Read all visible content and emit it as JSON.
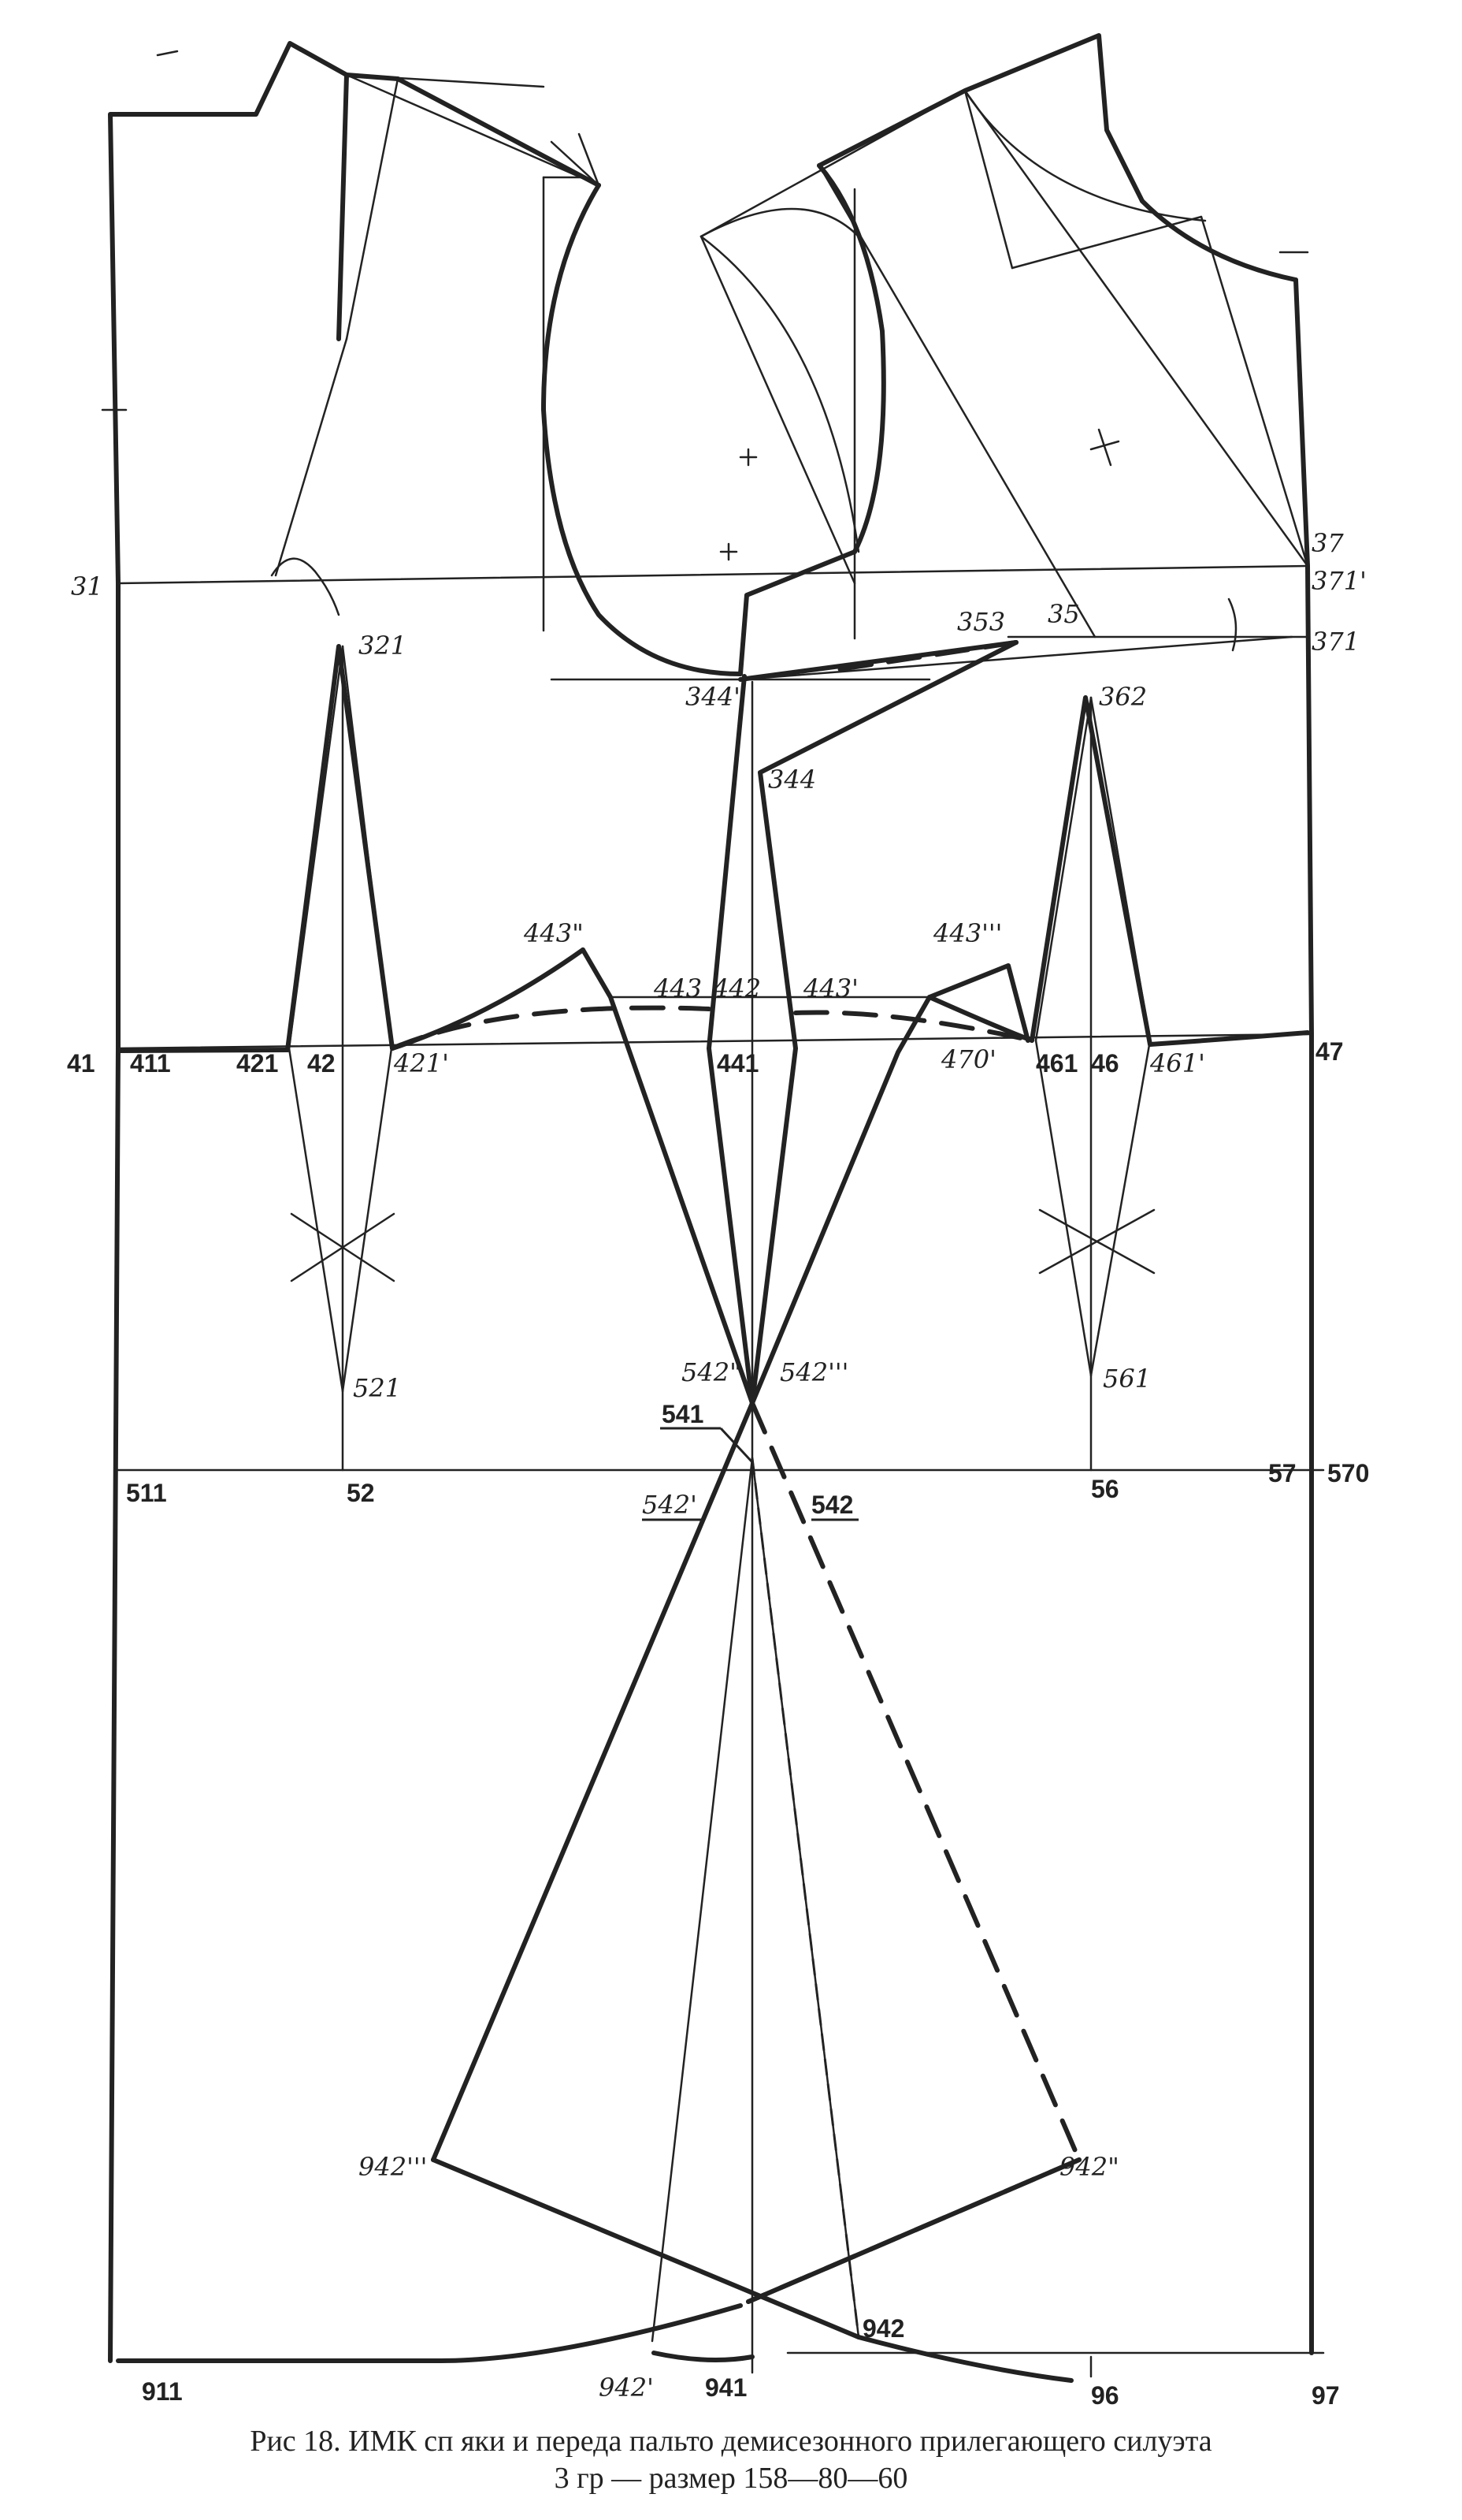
{
  "caption": {
    "line1": "Рис 18. ИМК сп яки и переда пальто демисезонного прилегающего силуэта",
    "line2": "3 гр — размер 158—80—60"
  },
  "points": {
    "p31": "31",
    "p37": "37",
    "p371p": "371'",
    "p371": "371",
    "p321": "321",
    "p353": "353",
    "p35": "35",
    "p344p": "344'",
    "p344": "344",
    "p362": "362",
    "p443pp": "443\"",
    "p443": "443",
    "p442": "442",
    "p443p": "443'",
    "p443ppp": "443'''",
    "p41": "41",
    "p411": "411",
    "p421": "421",
    "p42": "42",
    "p421p": "421'",
    "p441": "441",
    "p470p": "470'",
    "p461": "461",
    "p46": "46",
    "p461p": "461'",
    "p47": "47",
    "p521": "521",
    "p542pp": "542\"",
    "p542ppp": "542'''",
    "p561": "561",
    "p541": "541",
    "p511": "511",
    "p52": "52",
    "p56": "56",
    "p57": "57",
    "p570": "570",
    "p542p": "542'",
    "p542": "542",
    "p942ppp": "942'''",
    "p942pp": "942\"",
    "p942": "942",
    "p911": "911",
    "p942p": "942'",
    "p941": "941",
    "p96": "96",
    "p97": "97"
  }
}
